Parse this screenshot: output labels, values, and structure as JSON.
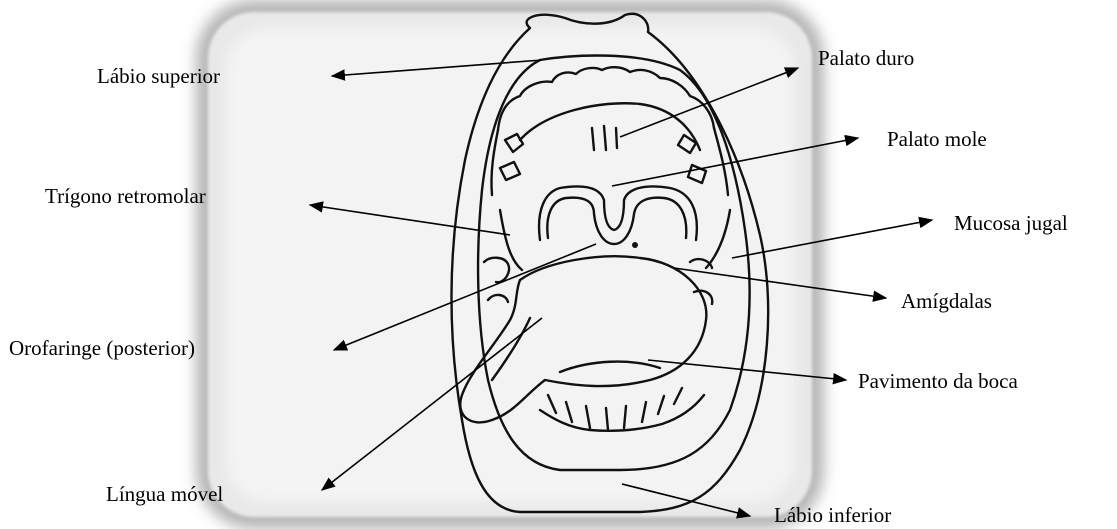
{
  "labels": {
    "labio_superior": "Lábio superior",
    "palato_duro": "Palato duro",
    "palato_mole": "Palato mole",
    "trigono_retromolar": "Trígono retromolar",
    "mucosa_jugal": "Mucosa jugal",
    "amigdalas": "Amígdalas",
    "orofaringe": "Orofaringe (posterior)",
    "pavimento": "Pavimento da boca",
    "lingua": "Língua móvel",
    "labio_inferior": "Lábio inferior"
  }
}
